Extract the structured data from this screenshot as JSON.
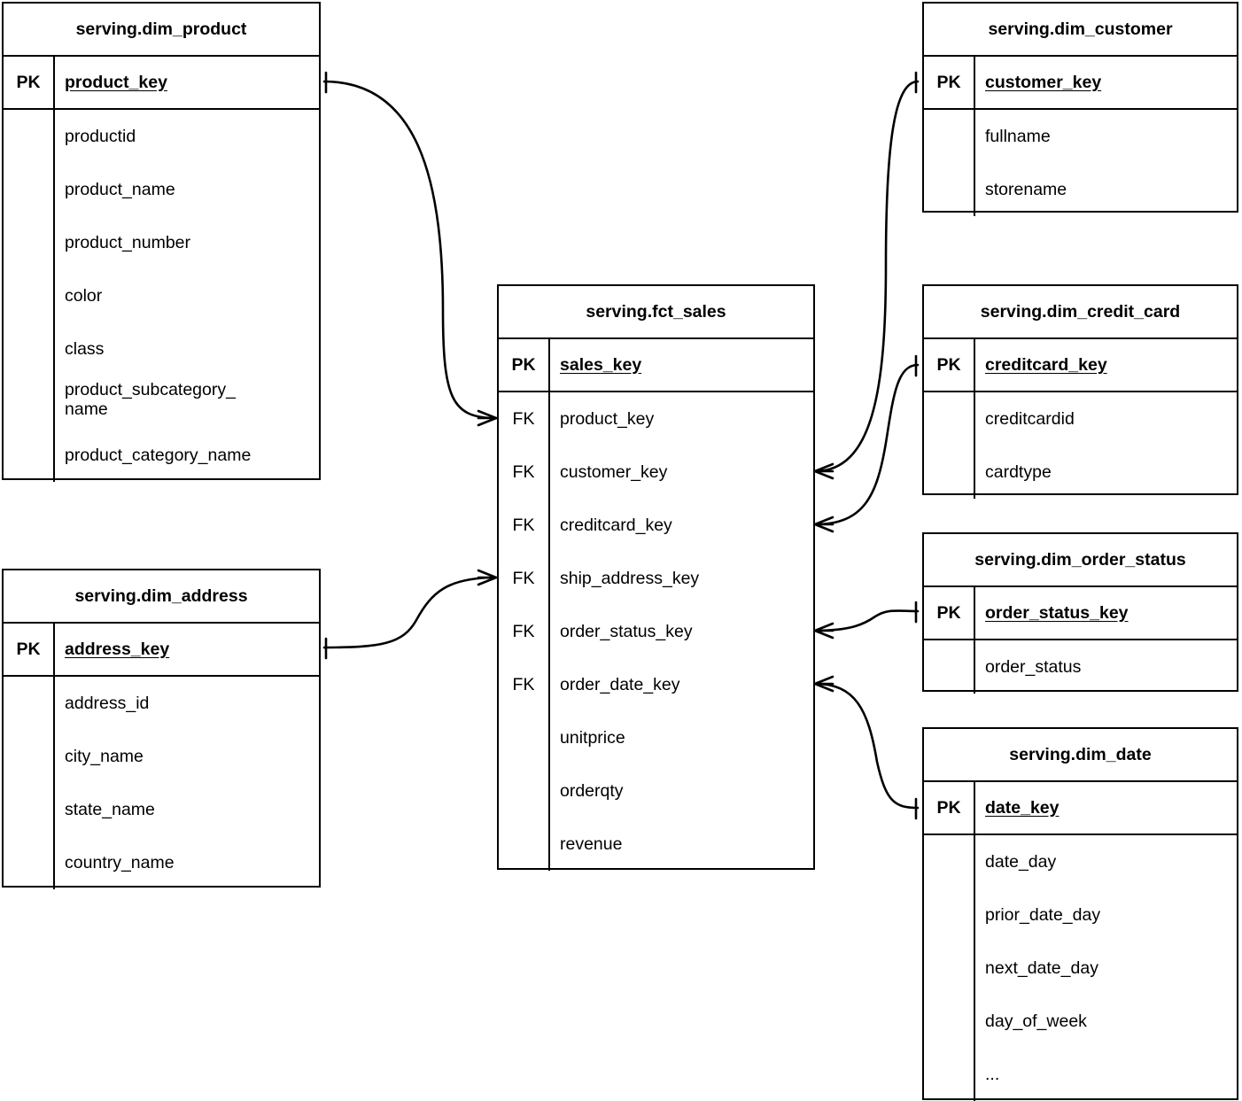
{
  "diagram": {
    "type": "entity-relationship-diagram",
    "notation": "crows-foot",
    "background_color": "#ffffff",
    "line_color": "#000000"
  },
  "entities": [
    {
      "id": "dim_product",
      "title": "serving.dim_product",
      "primary_key": {
        "tag": "PK",
        "name": "product_key"
      },
      "attributes": [
        {
          "tag": "",
          "name": "productid"
        },
        {
          "tag": "",
          "name": "product_name"
        },
        {
          "tag": "",
          "name": "product_number"
        },
        {
          "tag": "",
          "name": "color"
        },
        {
          "tag": "",
          "name": "class"
        },
        {
          "tag": "",
          "name": "product_subcategory_\nname"
        },
        {
          "tag": "",
          "name": "product_category_name"
        }
      ]
    },
    {
      "id": "dim_address",
      "title": "serving.dim_address",
      "primary_key": {
        "tag": "PK",
        "name": "address_key"
      },
      "attributes": [
        {
          "tag": "",
          "name": "address_id"
        },
        {
          "tag": "",
          "name": "city_name"
        },
        {
          "tag": "",
          "name": "state_name"
        },
        {
          "tag": "",
          "name": "country_name"
        }
      ]
    },
    {
      "id": "fct_sales",
      "title": "serving.fct_sales",
      "primary_key": {
        "tag": "PK",
        "name": "sales_key"
      },
      "attributes": [
        {
          "tag": "FK",
          "name": "product_key"
        },
        {
          "tag": "FK",
          "name": "customer_key"
        },
        {
          "tag": "FK",
          "name": "creditcard_key"
        },
        {
          "tag": "FK",
          "name": "ship_address_key"
        },
        {
          "tag": "FK",
          "name": "order_status_key"
        },
        {
          "tag": "FK",
          "name": "order_date_key"
        },
        {
          "tag": "",
          "name": "unitprice"
        },
        {
          "tag": "",
          "name": "orderqty"
        },
        {
          "tag": "",
          "name": "revenue"
        }
      ]
    },
    {
      "id": "dim_customer",
      "title": "serving.dim_customer",
      "primary_key": {
        "tag": "PK",
        "name": "customer_key"
      },
      "attributes": [
        {
          "tag": "",
          "name": "fullname"
        },
        {
          "tag": "",
          "name": "storename"
        }
      ]
    },
    {
      "id": "dim_credit_card",
      "title": "serving.dim_credit_card",
      "primary_key": {
        "tag": "PK",
        "name": "creditcard_key"
      },
      "attributes": [
        {
          "tag": "",
          "name": "creditcardid"
        },
        {
          "tag": "",
          "name": "cardtype"
        }
      ]
    },
    {
      "id": "dim_order_status",
      "title": "serving.dim_order_status",
      "primary_key": {
        "tag": "PK",
        "name": "order_status_key"
      },
      "attributes": [
        {
          "tag": "",
          "name": "order_status"
        }
      ]
    },
    {
      "id": "dim_date",
      "title": "serving.dim_date",
      "primary_key": {
        "tag": "PK",
        "name": "date_key"
      },
      "attributes": [
        {
          "tag": "",
          "name": "date_day"
        },
        {
          "tag": "",
          "name": "prior_date_day"
        },
        {
          "tag": "",
          "name": "next_date_day"
        },
        {
          "tag": "",
          "name": "day_of_week"
        },
        {
          "tag": "",
          "name": "..."
        }
      ]
    }
  ],
  "relationships": [
    {
      "from": "dim_product.product_key",
      "to": "fct_sales.product_key",
      "from_cardinality": "one",
      "to_cardinality": "many"
    },
    {
      "from": "dim_address.address_key",
      "to": "fct_sales.ship_address_key",
      "from_cardinality": "one",
      "to_cardinality": "many"
    },
    {
      "from": "dim_customer.customer_key",
      "to": "fct_sales.customer_key",
      "from_cardinality": "one",
      "to_cardinality": "many"
    },
    {
      "from": "dim_credit_card.creditcard_key",
      "to": "fct_sales.creditcard_key",
      "from_cardinality": "one",
      "to_cardinality": "many"
    },
    {
      "from": "dim_order_status.order_status_key",
      "to": "fct_sales.order_status_key",
      "from_cardinality": "one",
      "to_cardinality": "many"
    },
    {
      "from": "dim_date.date_key",
      "to": "fct_sales.order_date_key",
      "from_cardinality": "one",
      "to_cardinality": "many"
    }
  ]
}
